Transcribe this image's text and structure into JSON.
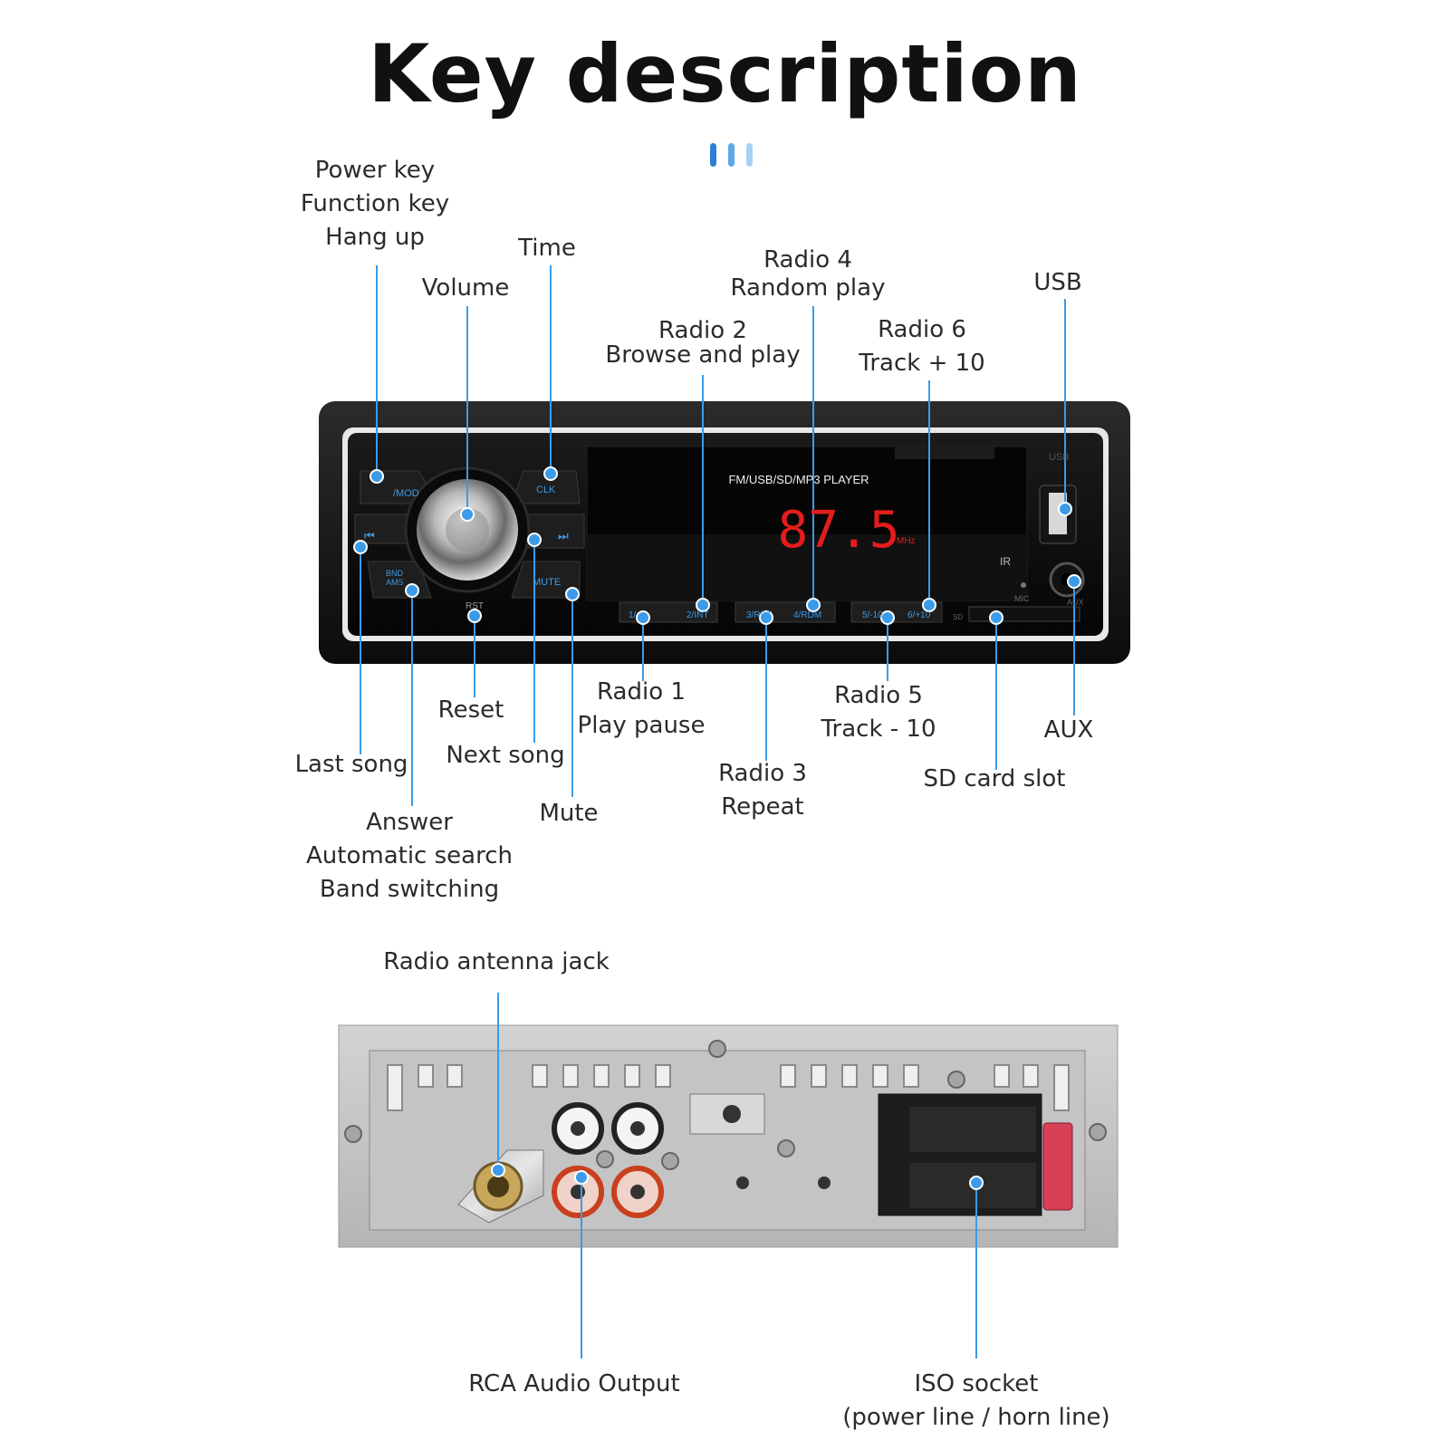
{
  "title": "Key description",
  "accent_color": "#3b9be8",
  "front_panel": {
    "model_text": "FM/USB/SD/MP3 PLAYER",
    "frequency": "87.5",
    "frequency_unit": "MHz",
    "buttons": {
      "mod": "/MOD",
      "clk": "CLK",
      "mute": "MUTE",
      "bnd": "BND",
      "ams": "AMS",
      "rst": "RST",
      "usb": "USB",
      "mic": "MIC",
      "aux": "AUX",
      "sd": "SD",
      "ir": "IR"
    },
    "preset_buttons": [
      "1/",
      "2/INT",
      "3/RPT",
      "4/RDM",
      "5/-10",
      "6/+10"
    ]
  },
  "callouts": {
    "power": [
      "Power key",
      "Function key",
      "Hang up"
    ],
    "time": "Time",
    "volume": "Volume",
    "radio4": [
      "Radio 4",
      "Random play"
    ],
    "radio2": [
      "Radio 2",
      "Browse and play"
    ],
    "radio6": [
      "Radio 6",
      "Track + 10"
    ],
    "usb": "USB",
    "reset": "Reset",
    "radio1": [
      "Radio 1",
      "Play pause"
    ],
    "radio5": [
      "Radio 5",
      "Track - 10"
    ],
    "aux": "AUX",
    "last_song": "Last song",
    "next_song": "Next song",
    "radio3": [
      "Radio 3",
      "Repeat"
    ],
    "sd_card": "SD card slot",
    "mute": "Mute",
    "answer": [
      "Answer",
      "Automatic search",
      "Band switching"
    ],
    "antenna": "Radio antenna jack",
    "rca": "RCA Audio Output",
    "iso": [
      "ISO socket",
      "(power line / horn line)"
    ]
  }
}
